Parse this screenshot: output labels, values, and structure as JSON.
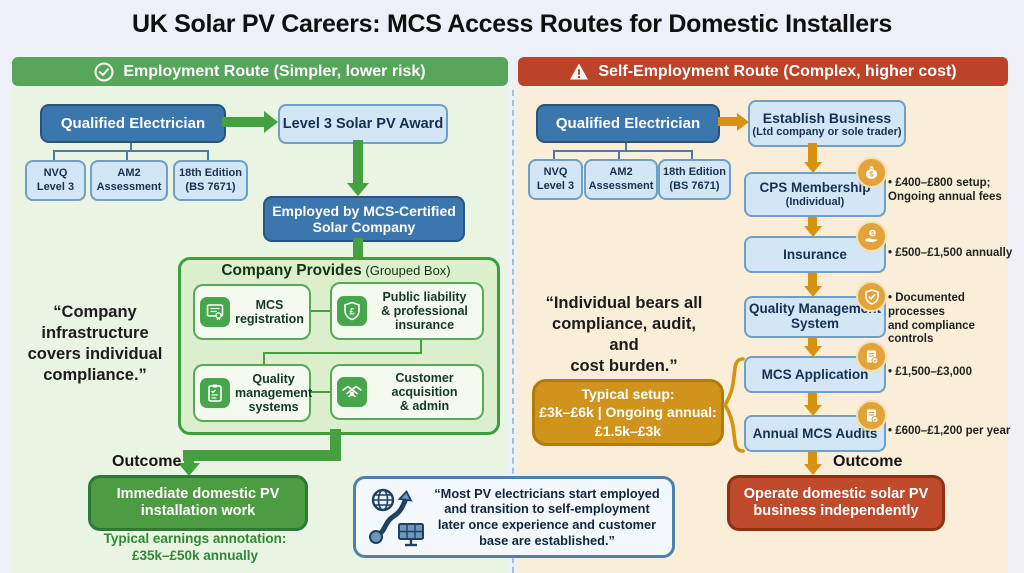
{
  "title": "UK Solar PV Careers: MCS Access Routes for Domestic Installers",
  "colors": {
    "employment_green": "#57a55a",
    "self_employment_red": "#bc4327",
    "dark_blue_box": "#3b77ac",
    "light_blue_box": "#d3e6f5",
    "green_arrow": "#45a042",
    "orange_arrow": "#d7920f",
    "gold_badge": "#e2a33b",
    "cost_box_orange": "#d0941c",
    "outcome_green": "#4d9c44",
    "outcome_red": "#bf4a2c"
  },
  "icons": {
    "left_header": "check-circle-icon",
    "right_header": "warning-triangle-icon",
    "cards": [
      "certificate-icon",
      "shield-pound-icon",
      "clipboard-check-icon",
      "handshake-icon"
    ],
    "steps": [
      "money-bag-icon",
      "coins-hand-icon",
      "shield-check-icon",
      "document-check-icon",
      "document-check-icon"
    ],
    "callout": "transition-globe-solar-icon"
  },
  "left": {
    "header": "Employment Route (Simpler, lower risk)",
    "qualified": "Qualified Electrician",
    "level3": "Level 3 Solar PV Award",
    "quals": [
      "NVQ\nLevel 3",
      "AM2\nAssessment",
      "18th Edition\n(BS 7671)"
    ],
    "employed": "Employed by MCS-Certified\nSolar Company",
    "group_title": "Company Provides",
    "group_sub": " (Grouped Box)",
    "card_mcs": "MCS\nregistration",
    "card_insurance": "Public liability\n& professional\ninsurance",
    "card_quality": "Quality\nmanagement\nsystems",
    "card_customer": "Customer\nacquisition\n& admin",
    "quote": "“Company\ninfrastructure\ncovers individual\ncompliance.”",
    "outcome_label": "Outcome",
    "outcome": "Immediate domestic PV\ninstallation work",
    "earnings": "Typical earnings annotation:\n£35k–£50k annually"
  },
  "right": {
    "header": "Self-Employment Route (Complex, higher cost)",
    "qualified": "Qualified Electrician",
    "establish_title": "Establish Business",
    "establish_sub": "(Ltd company or sole trader)",
    "quals": [
      "NVQ\nLevel 3",
      "AM2\nAssessment",
      "18th Edition\n(BS 7671)"
    ],
    "steps": [
      {
        "title": "CPS Membership",
        "sub": "(Individual)",
        "note": "• £400–£800 setup;\nOngoing annual fees"
      },
      {
        "title": "Insurance",
        "sub": "",
        "note": "• £500–£1,500 annually"
      },
      {
        "title": "Quality Management\nSystem",
        "sub": "",
        "note": "• Documented processes\nand compliance\ncontrols"
      },
      {
        "title": "MCS Application",
        "sub": "",
        "note": "• £1,500–£3,000"
      },
      {
        "title": "Annual MCS Audits",
        "sub": "",
        "note": "• £600–£1,200 per year"
      }
    ],
    "quote": "“Individual bears all\ncompliance, audit, and\ncost burden.”",
    "cost_box": "Typical setup:\n£3k–£6k | Ongoing annual:\n£1.5k–£3k",
    "outcome_label": "Outcome",
    "outcome": "Operate domestic solar PV\nbusiness independently"
  },
  "footer": {
    "note": "“Most PV electricians start employed\nand transition to self-employment\nlater once experience and customer\nbase are established.”"
  }
}
